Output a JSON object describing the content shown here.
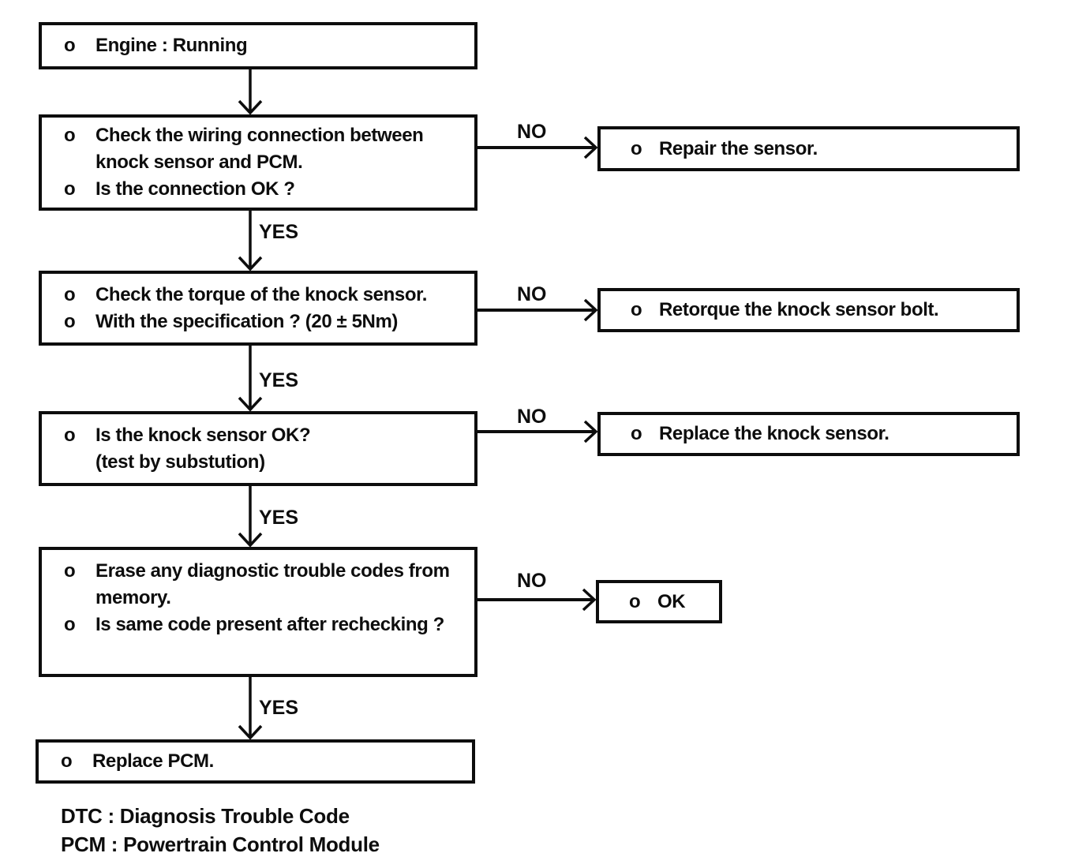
{
  "diagram": {
    "type": "flowchart",
    "colors": {
      "ink": "#0d0d0d",
      "paper": "#ffffff"
    },
    "steps": {
      "engine": {
        "lines": [
          {
            "bullet": "o",
            "text": "Engine : Running"
          }
        ]
      },
      "wiring": {
        "lines": [
          {
            "bullet": "o",
            "text": "Check the wiring connection between"
          },
          {
            "bullet": "",
            "text": "knock sensor and PCM."
          },
          {
            "bullet": "o",
            "text": "Is the connection OK ?"
          }
        ]
      },
      "repair": {
        "lines": [
          {
            "bullet": "o",
            "text": "Repair the sensor."
          }
        ]
      },
      "torque": {
        "lines": [
          {
            "bullet": "o",
            "text": "Check the torque of the knock sensor."
          },
          {
            "bullet": "o",
            "text": "With the specification ? (20 ± 5Nm)"
          }
        ]
      },
      "retorque": {
        "lines": [
          {
            "bullet": "o",
            "text": "Retorque the knock sensor bolt."
          }
        ]
      },
      "sensor_ok": {
        "lines": [
          {
            "bullet": "o",
            "text": "Is the knock sensor OK?"
          },
          {
            "bullet": "",
            "text": "(test by substution)"
          }
        ]
      },
      "replace_sensor": {
        "lines": [
          {
            "bullet": "o",
            "text": "Replace the knock sensor."
          }
        ]
      },
      "erase": {
        "lines": [
          {
            "bullet": "o",
            "text": "Erase any diagnostic trouble codes from"
          },
          {
            "bullet": "",
            "text": "memory."
          },
          {
            "bullet": "o",
            "text": "Is same code present after rechecking ?"
          }
        ]
      },
      "ok": {
        "lines": [
          {
            "bullet": "o",
            "text": "OK"
          }
        ]
      },
      "replace_pcm": {
        "lines": [
          {
            "bullet": "o",
            "text": "Replace PCM."
          }
        ]
      }
    },
    "edges": {
      "wiring_no": {
        "label": "NO"
      },
      "wiring_yes": {
        "label": "YES"
      },
      "torque_no": {
        "label": "NO"
      },
      "torque_yes": {
        "label": "YES"
      },
      "sensor_no": {
        "label": "NO"
      },
      "sensor_yes": {
        "label": "YES"
      },
      "erase_no": {
        "label": "NO"
      },
      "erase_yes": {
        "label": "YES"
      }
    },
    "legend": {
      "lines": [
        {
          "text": "DTC : Diagnosis Trouble Code"
        },
        {
          "text": "PCM : Powertrain Control Module"
        }
      ]
    }
  }
}
